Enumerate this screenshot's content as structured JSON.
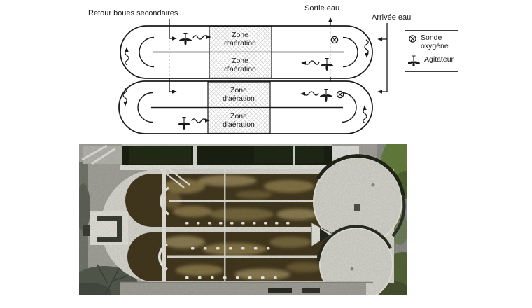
{
  "diagram": {
    "labels": {
      "retour": "Retour boues secondaires",
      "sortie": "Sortie eau",
      "arrivee": "Arrivée eau"
    },
    "zone_label": "Zone d'aération",
    "legend": {
      "sonde": "Sonde oxygène",
      "agitateur": "Agitateur"
    },
    "icons": [
      "oxygen-probe-icon",
      "agitator-icon"
    ]
  },
  "theme": {
    "ink": "#1a1a1a",
    "dash": "#c4c4c4",
    "hatch": "#bfbfbf",
    "photo-gravel": "#a6a69e",
    "photo-concrete": "#dbdbd3",
    "photo-basin": "#44391f",
    "photo-foam": "#8d7c4c",
    "photo-dark": "#1a2012",
    "photo-green": "#67813f",
    "photo-white": "#efefe8"
  }
}
